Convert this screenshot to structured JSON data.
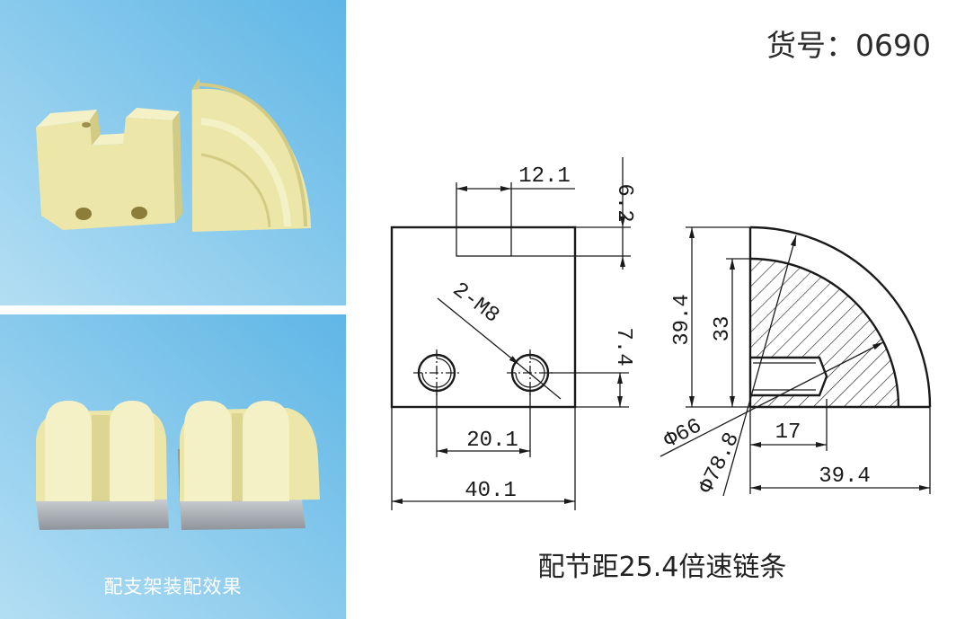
{
  "item_number": "货号：0690",
  "photos": {
    "assembly_caption": "配支架装配效果"
  },
  "drawing": {
    "front_view": {
      "slot_width": "12.1",
      "slot_depth": "6.2",
      "hole_callout": "2-M8",
      "hole_height": "7.4",
      "hole_spacing": "20.1",
      "overall_width": "40.1"
    },
    "side_view": {
      "overall_height": "39.4",
      "inner_height": "33",
      "thread_depth": "17",
      "overall_width": "39.4",
      "inner_diameter": "Φ66",
      "outer_diameter": "Φ78.8"
    }
  },
  "caption": "配节距25.4倍速链条",
  "colors": {
    "bg-dark": "#5fb6e6",
    "bg-light": "#b3def3",
    "cream": "#ece7a9",
    "cream-light": "#f4f1c6",
    "cream-dark": "#d3cb84",
    "silver": "#a7acb1",
    "ink": "#1a1a1a"
  }
}
